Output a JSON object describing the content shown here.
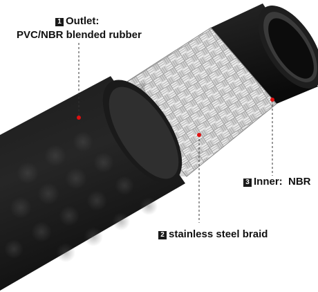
{
  "callouts": {
    "outlet": {
      "number": "1",
      "title": "Outlet:",
      "detail": "PVC/NBR blended rubber"
    },
    "braid": {
      "number": "2",
      "label": "stainless steel braid"
    },
    "inner": {
      "number": "3",
      "label": "Inner:  NBR"
    }
  },
  "colors": {
    "rubber": "#141414",
    "rubber_highlight": "#2a2a2a",
    "steel": "#d9d9d9",
    "steel_shadow": "#8a8a8a",
    "marker": "#e01010",
    "leader": "#333333"
  }
}
